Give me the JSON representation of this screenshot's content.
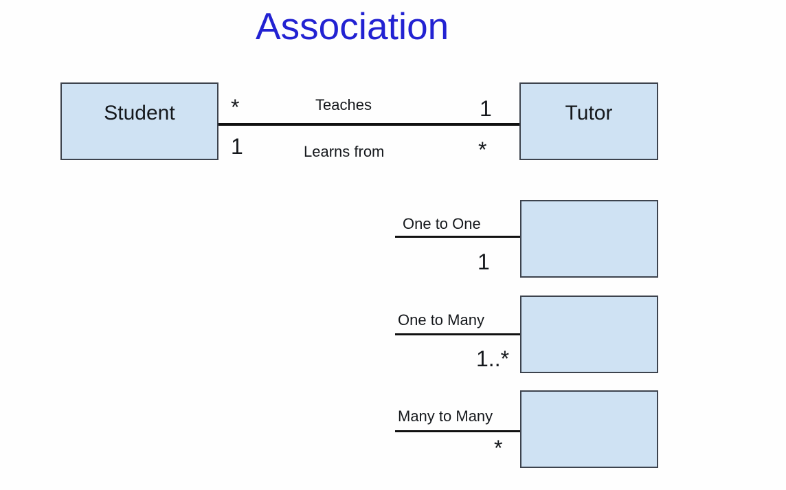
{
  "title": "Association",
  "colors": {
    "title": "#2222d2",
    "box_fill": "#cfe2f3",
    "box_border": "#3d434d",
    "line": "#111111"
  },
  "main_association": {
    "left_entity": "Student",
    "right_entity": "Tutor",
    "top_label": "Teaches",
    "bottom_label": "Learns from",
    "left_top_multiplicity": "*",
    "left_bottom_multiplicity": "1",
    "right_top_multiplicity": "1",
    "right_bottom_multiplicity": "*"
  },
  "multiplicity_examples": [
    {
      "label": "One to One",
      "multiplicity": "1"
    },
    {
      "label": "One to Many",
      "multiplicity": "1..*"
    },
    {
      "label": "Many to Many",
      "multiplicity": "*"
    }
  ]
}
